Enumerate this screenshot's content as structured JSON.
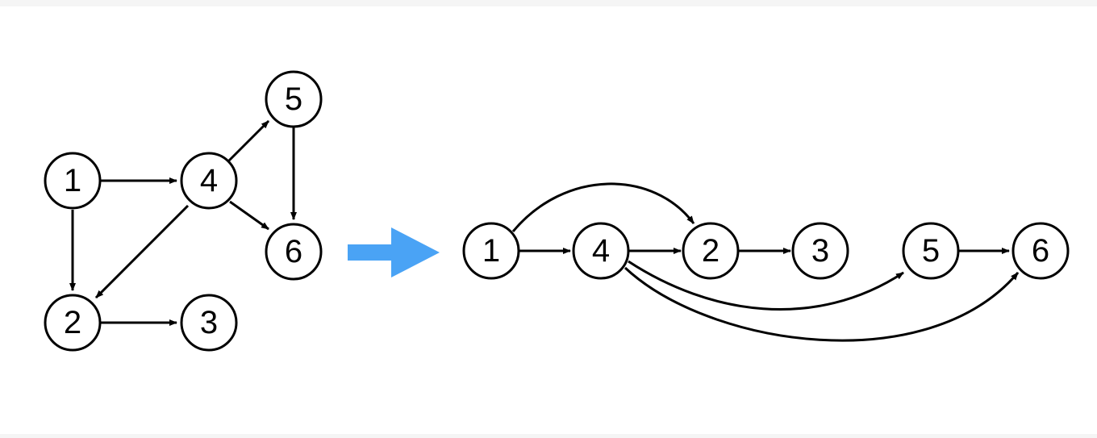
{
  "diagram": {
    "before": {
      "nodes": [
        {
          "id": "1",
          "label": "1"
        },
        {
          "id": "2",
          "label": "2"
        },
        {
          "id": "3",
          "label": "3"
        },
        {
          "id": "4",
          "label": "4"
        },
        {
          "id": "5",
          "label": "5"
        },
        {
          "id": "6",
          "label": "6"
        }
      ],
      "edges": [
        {
          "from": "1",
          "to": "4"
        },
        {
          "from": "1",
          "to": "2"
        },
        {
          "from": "4",
          "to": "5"
        },
        {
          "from": "4",
          "to": "6"
        },
        {
          "from": "4",
          "to": "2"
        },
        {
          "from": "5",
          "to": "6"
        },
        {
          "from": "2",
          "to": "3"
        }
      ]
    },
    "transform_arrow_color": "#4aa3f5",
    "after": {
      "order": [
        "1",
        "4",
        "2",
        "3",
        "5",
        "6"
      ],
      "edges": [
        {
          "from": "1",
          "to": "4"
        },
        {
          "from": "1",
          "to": "2"
        },
        {
          "from": "4",
          "to": "2"
        },
        {
          "from": "2",
          "to": "3"
        },
        {
          "from": "4",
          "to": "5"
        },
        {
          "from": "4",
          "to": "6"
        },
        {
          "from": "5",
          "to": "6"
        }
      ]
    }
  }
}
